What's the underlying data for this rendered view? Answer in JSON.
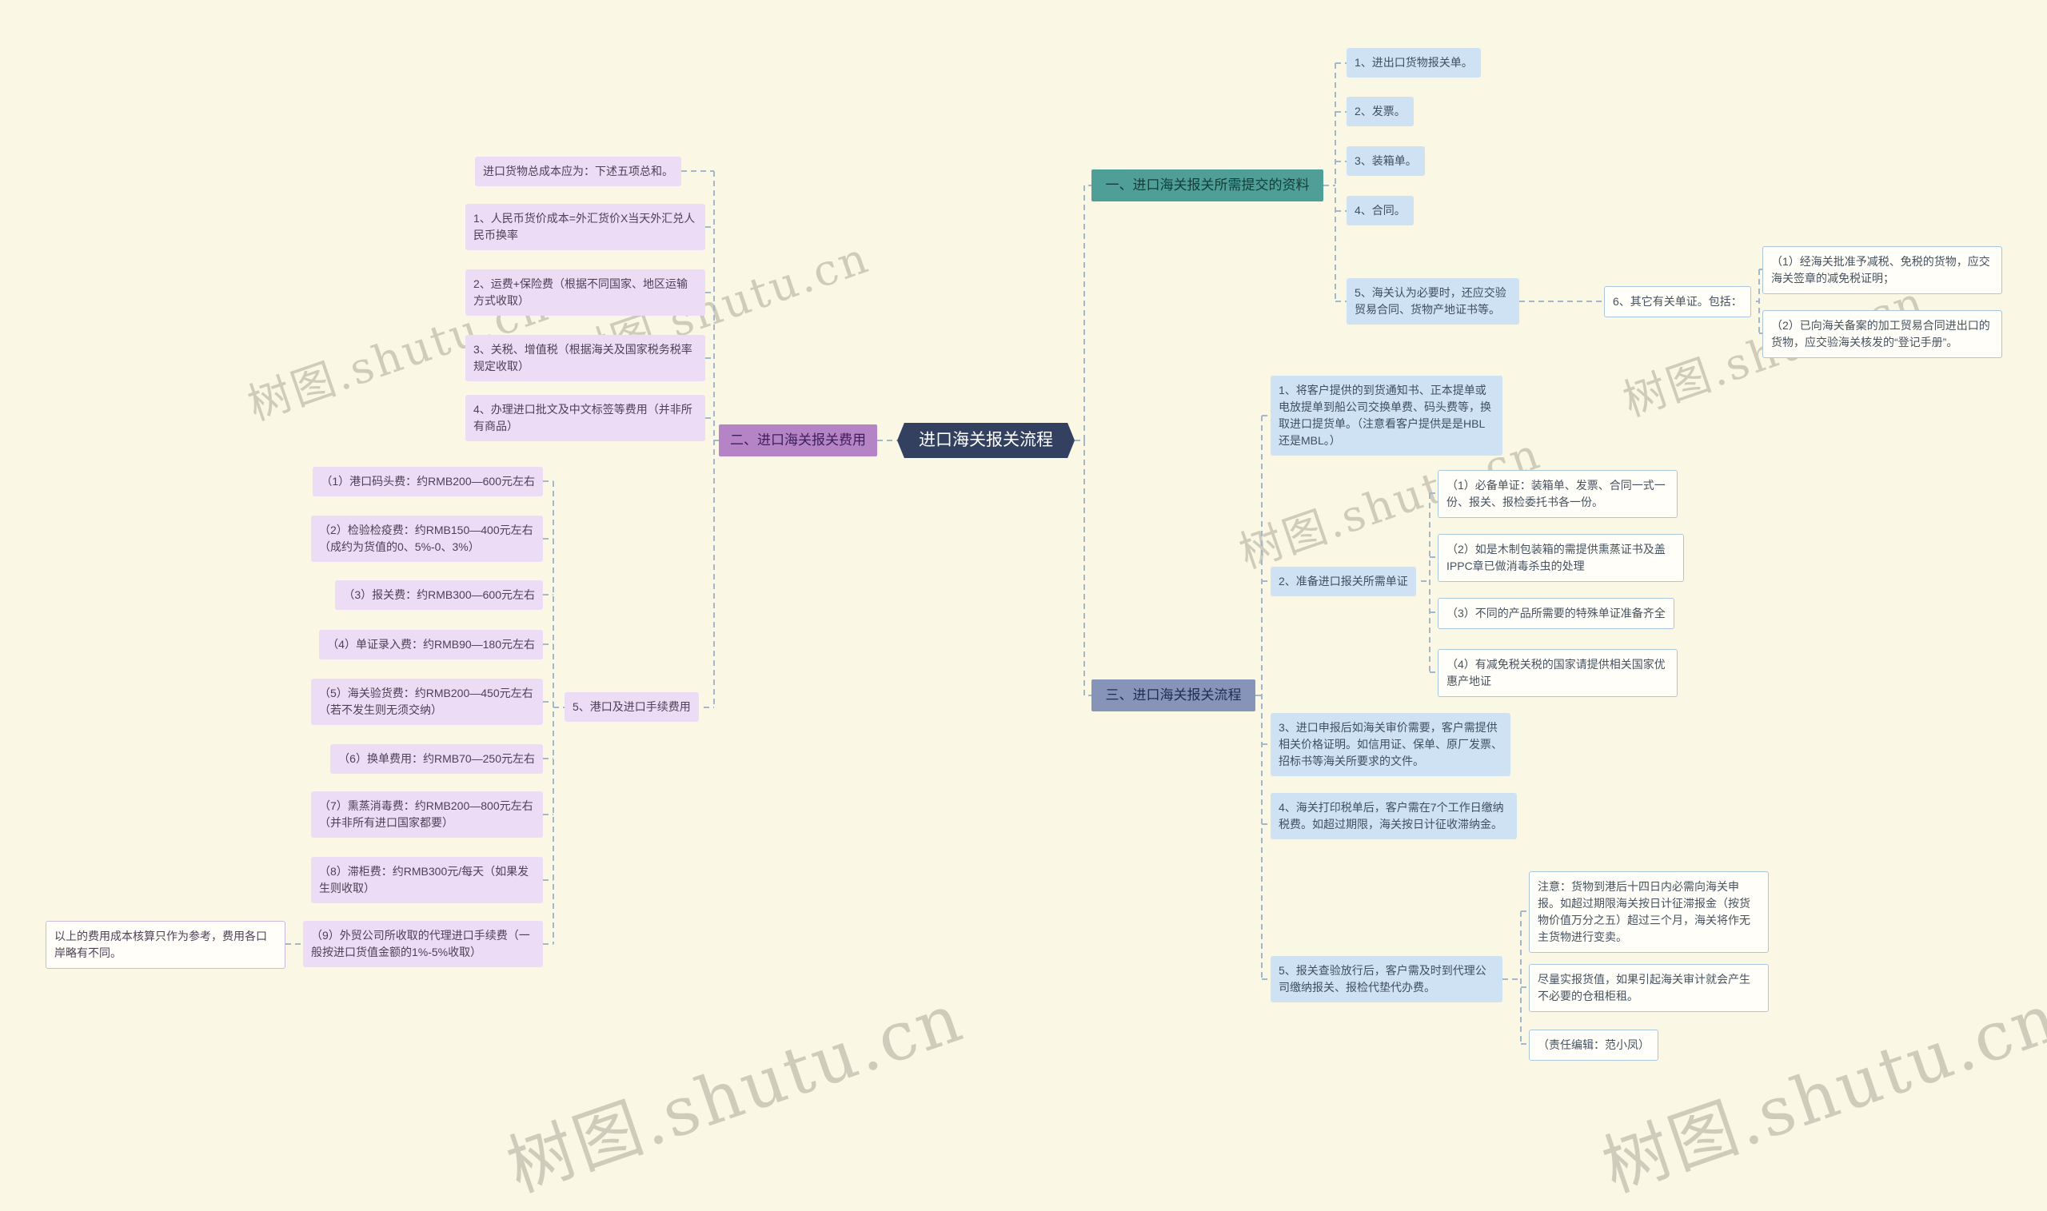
{
  "page": {
    "watermark": "树图.shutu.cn"
  },
  "center": {
    "label": "进口海关报关流程"
  },
  "branch1": {
    "label": "一、进口海关报关所需提交的资料",
    "items": [
      "1、进出口货物报关单。",
      "2、发票。",
      "3、装箱单。",
      "4、合同。",
      "5、海关认为必要时，还应交验贸易合同、货物产地证书等。"
    ],
    "other": {
      "label": "6、其它有关单证。包括：",
      "subs": [
        "（1）经海关批准予减税、免税的货物，应交海关签章的减免税证明；",
        "（2）已向海关备案的加工贸易合同进出口的货物，应交验海关核发的“登记手册”。"
      ]
    }
  },
  "branch2": {
    "label": "二、进口海关报关费用",
    "total_note": "进口货物总成本应为：下述五项总和。",
    "cost_items": [
      "1、人民币货价成本=外汇货价X当天外汇兑人民币换率",
      "2、运费+保险费（根据不同国家、地区运输方式收取）",
      "3、关税、增值税（根据海关及国家税务税率规定收取）",
      "4、办理进口批文及中文标签等费用（并非所有商品）"
    ],
    "port_fees": {
      "label": "5、港口及进口手续费用",
      "subs": [
        "（1）港口码头费：约RMB200—600元左右",
        "（2）检验检疫费：约RMB150—400元左右（成约为货值的0、5%-0、3%）",
        "（3）报关费：约RMB300—600元左右",
        "（4）单证录入费：约RMB90—180元左右",
        "（5）海关验货费：约RMB200—450元左右（若不发生则无须交纳）",
        "（6）换单费用：约RMB70—250元左右",
        "（7）熏蒸消毒费：约RMB200—800元左右（并非所有进口国家都要）",
        "（8）滞柜费：约RMB300元/每天（如果发生则收取）",
        "（9）外贸公司所收取的代理进口手续费（一般按进口货值金额的1%-5%收取）"
      ]
    },
    "footnote": "以上的费用成本核算只作为参考，费用各口岸略有不同。"
  },
  "branch3": {
    "label": "三、进口海关报关流程",
    "steps": [
      "1、将客户提供的到货通知书、正本提单或电放提单到船公司交换单费、码头费等，换取进口提货单。（注意看客户提供是是HBL还是MBL。）",
      "2、准备进口报关所需单证",
      "3、进口申报后如海关审价需要，客户需提供相关价格证明。如信用证、保单、原厂发票、招标书等海关所要求的文件。",
      "4、海关打印税单后，客户需在7个工作日缴纳税费。如超过期限，海关按日计征收滞纳金。",
      "5、报关查验放行后，客户需及时到代理公司缴纳报关、报检代垫代办费。"
    ],
    "step2_subs": [
      "（1）必备单证：装箱单、发票、合同一式一份、报关、报检委托书各一份。",
      "（2）如是木制包装箱的需提供熏蒸证书及盖IPPC章已做消毒杀虫的处理",
      "（3）不同的产品所需要的特殊单证准备齐全",
      "（4）有减免税关税的国家请提供相关国家优惠产地证"
    ],
    "step5_subs": [
      "注意：货物到港后十四日内必需向海关申报。如超过期限海关按日计征滞报金（按货物价值万分之五）超过三个月，海关将作无主货物进行变卖。",
      "尽量实报货值，如果引起海关审计就会产生不必要的仓租柜租。",
      "（责任编辑：范小凤）"
    ]
  },
  "colors": {
    "background": "#faf8e4",
    "center_bg": "#33405f",
    "branch1_bg": "#4f9e97",
    "branch2_bg": "#b584c6",
    "branch3_bg": "#8794ba",
    "item_blue_bg": "#cfe2f4",
    "item_lavender_bg": "#ecdcf5",
    "white_box_border_blue": "#aac6de",
    "white_box_border_purple": "#cdb9df",
    "connector": "#a3b9cb"
  }
}
